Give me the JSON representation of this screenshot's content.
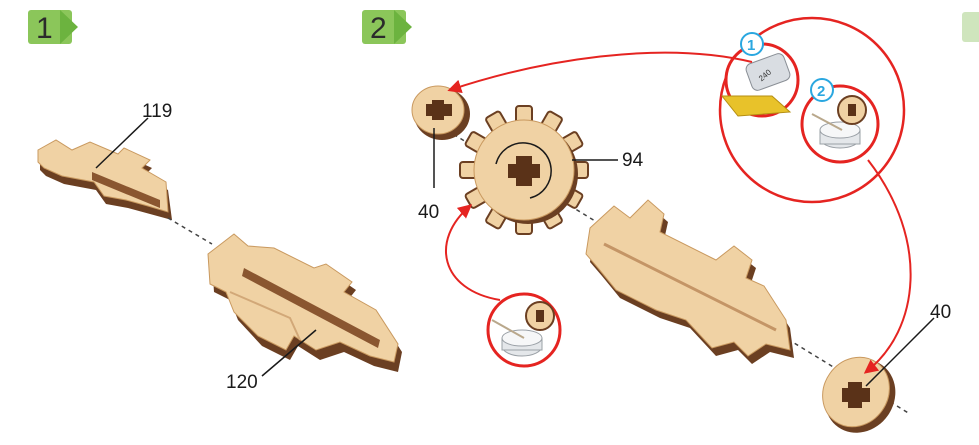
{
  "steps": [
    {
      "number": "1",
      "badge_color": "#6cb33f"
    },
    {
      "number": "2",
      "badge_color": "#6cb33f"
    }
  ],
  "parts": {
    "p119": "119",
    "p120": "120",
    "p94": "94",
    "p40_left": "40",
    "p40_right": "40"
  },
  "callouts": {
    "sub1": "1",
    "sub2": "2",
    "sandpaper_grit": "240"
  },
  "colors": {
    "wood_light": "#f0d2a4",
    "wood_mid": "#e3b98a",
    "wood_edge": "#6b3f22",
    "arrow_red": "#e52421",
    "callout_blue": "#2aa7e0",
    "sandpaper": "#e8c22a"
  }
}
